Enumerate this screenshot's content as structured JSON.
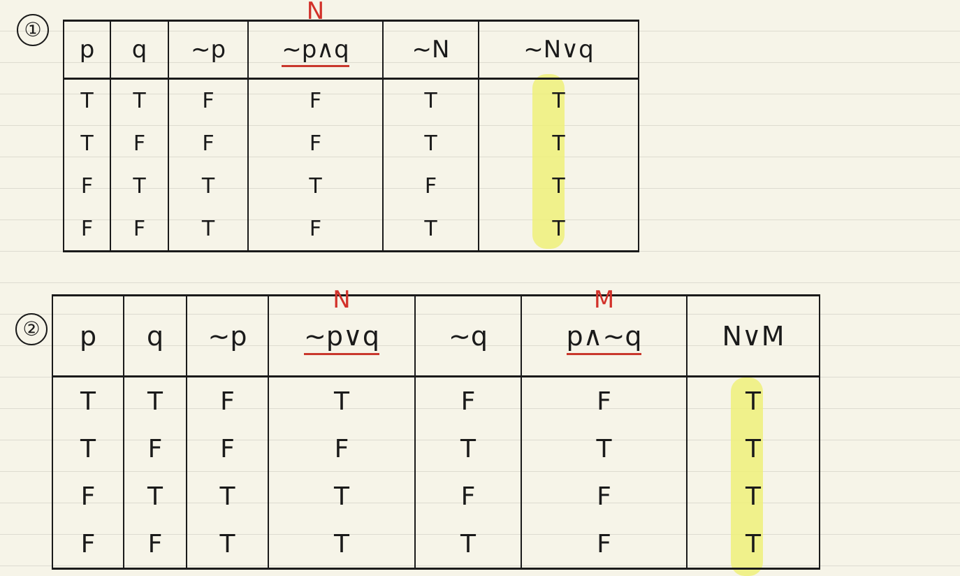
{
  "table1": {
    "label": "①",
    "headers": [
      "p",
      "q",
      "∼p",
      "∼p∧q",
      "∼N",
      "∼N∨q"
    ],
    "column_letters": {
      "4": "N"
    },
    "column_widths": [],
    "rows": [
      [
        "T",
        "T",
        "F",
        "F",
        "T",
        "T"
      ],
      [
        "T",
        "F",
        "F",
        "F",
        "T",
        "T"
      ],
      [
        "F",
        "T",
        "T",
        "T",
        "F",
        "T"
      ],
      [
        "F",
        "F",
        "T",
        "F",
        "T",
        "T"
      ]
    ],
    "highlighted_column": "∼N∨q"
  },
  "table2": {
    "label": "②",
    "headers": [
      "p",
      "q",
      "∼p",
      "∼p∨q",
      "∼q",
      "p∧∼q",
      "N∨M"
    ],
    "column_letters": {
      "4": "N",
      "6": "M"
    },
    "rows": [
      [
        "T",
        "T",
        "F",
        "T",
        "F",
        "F",
        "T"
      ],
      [
        "T",
        "F",
        "F",
        "F",
        "T",
        "T",
        "T"
      ],
      [
        "F",
        "T",
        "T",
        "T",
        "F",
        "F",
        "T"
      ],
      [
        "F",
        "F",
        "T",
        "T",
        "T",
        "F",
        "T"
      ]
    ],
    "highlighted_column": "N∨M"
  },
  "colors": {
    "paper": "#f6f4e8",
    "ink": "#1a1a1a",
    "annotation_red": "#d2312a",
    "highlight_yellow": "#eef07a"
  }
}
